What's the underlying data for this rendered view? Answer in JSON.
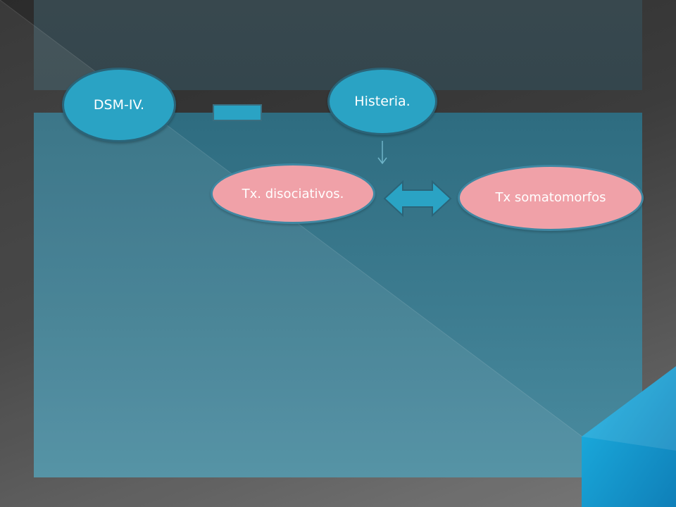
{
  "slide": {
    "colors": {
      "background_dark": "#2b2b2b",
      "top_band": "#36474d",
      "content_area": "#3a7a8e",
      "node_blue": "#2aa3c4",
      "node_pink": "#f0a1a8",
      "accent_triangle": "#1aa3d6"
    }
  },
  "diagram": {
    "nodes": {
      "dsm": {
        "label": "DSM-IV."
      },
      "histeria": {
        "label": "Histeria."
      },
      "disociativos": {
        "label": "Tx. disociativos."
      },
      "somatomorfos": {
        "label": "Tx somatomorfos"
      }
    },
    "connectors": [
      {
        "from": "histeria",
        "to": "disociativos",
        "type": "arrow-down"
      },
      {
        "from": "disociativos",
        "to": "somatomorfos",
        "type": "double-arrow"
      },
      {
        "from": "dsm",
        "to": "histeria",
        "type": "minus-sign"
      }
    ]
  }
}
